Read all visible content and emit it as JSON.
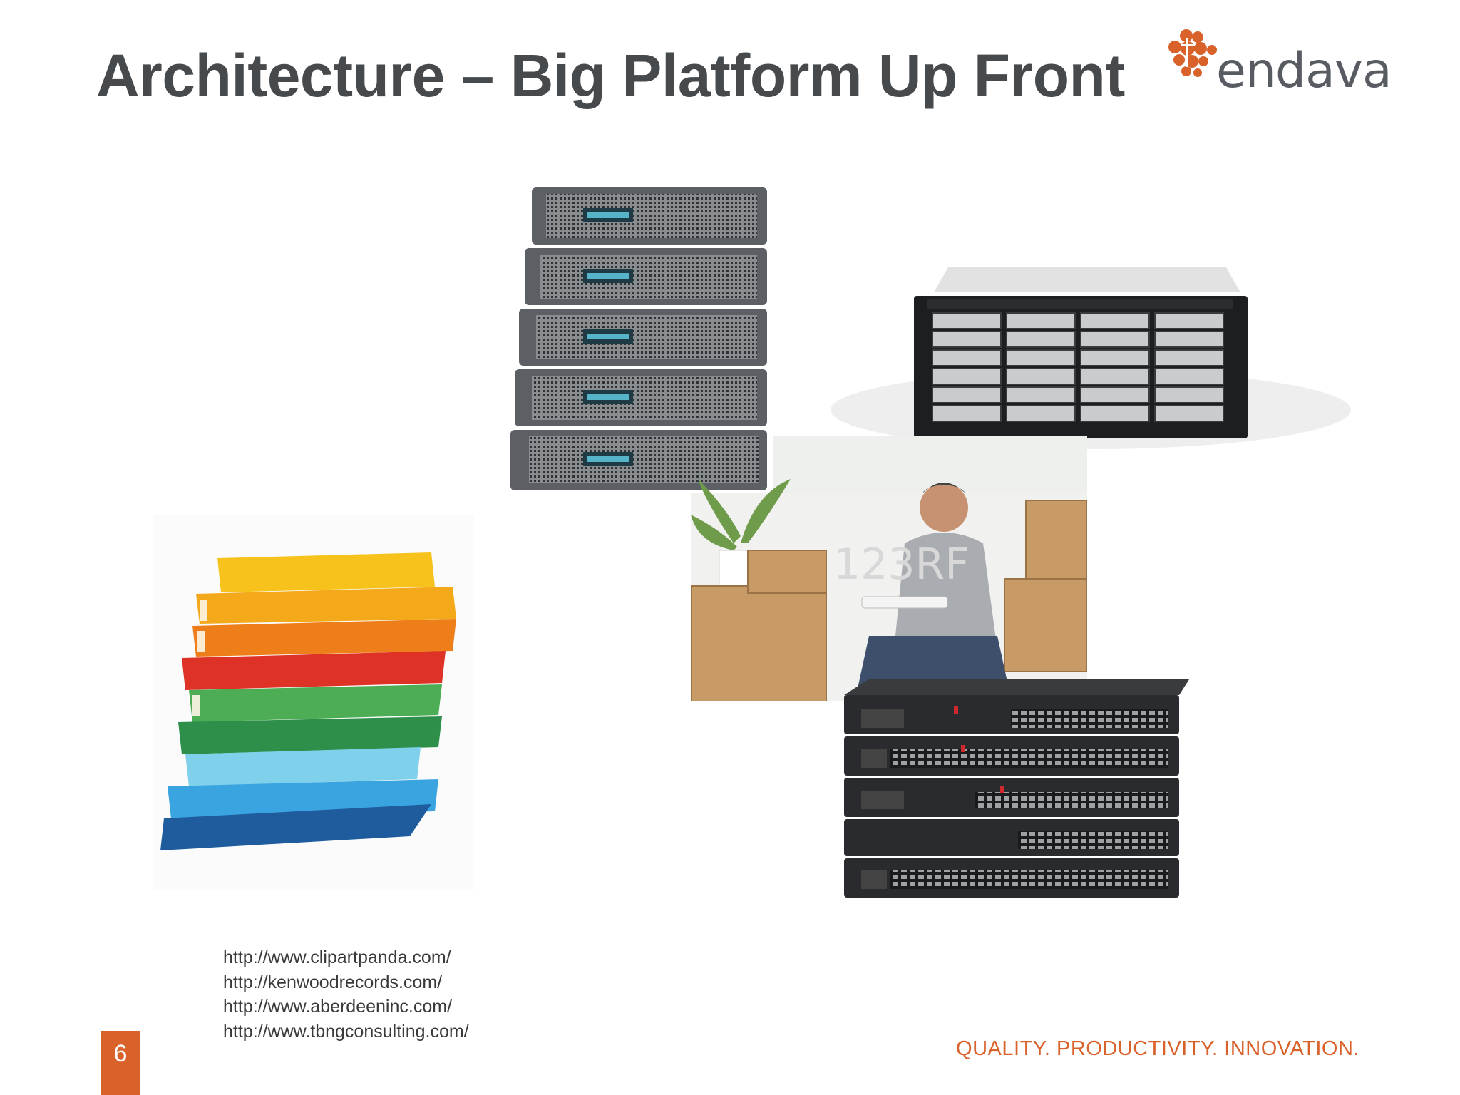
{
  "slide": {
    "title": "Architecture – Big Platform Up Front",
    "page_number": "6",
    "tagline": "QUALITY. PRODUCTIVITY.  INNOVATION."
  },
  "logo": {
    "text": "endava",
    "icon": "endava-logo-icon",
    "color": "#d9622b"
  },
  "images": {
    "server_stack": "server-stack",
    "storage_rack": "storage-rack",
    "man_with_laptop": "man-with-laptop-among-boxes",
    "books": "stack-of-colored-books",
    "network_switches": "network-switch-stack",
    "watermark": "123RF"
  },
  "credits": [
    "http://www.clipartpanda.com/",
    "http://kenwoodrecords.com/",
    "http://www.aberdeeninc.com/",
    "http://www.tbngconsulting.com/"
  ],
  "colors": {
    "accent": "#d9622b",
    "title": "#474a4d"
  }
}
